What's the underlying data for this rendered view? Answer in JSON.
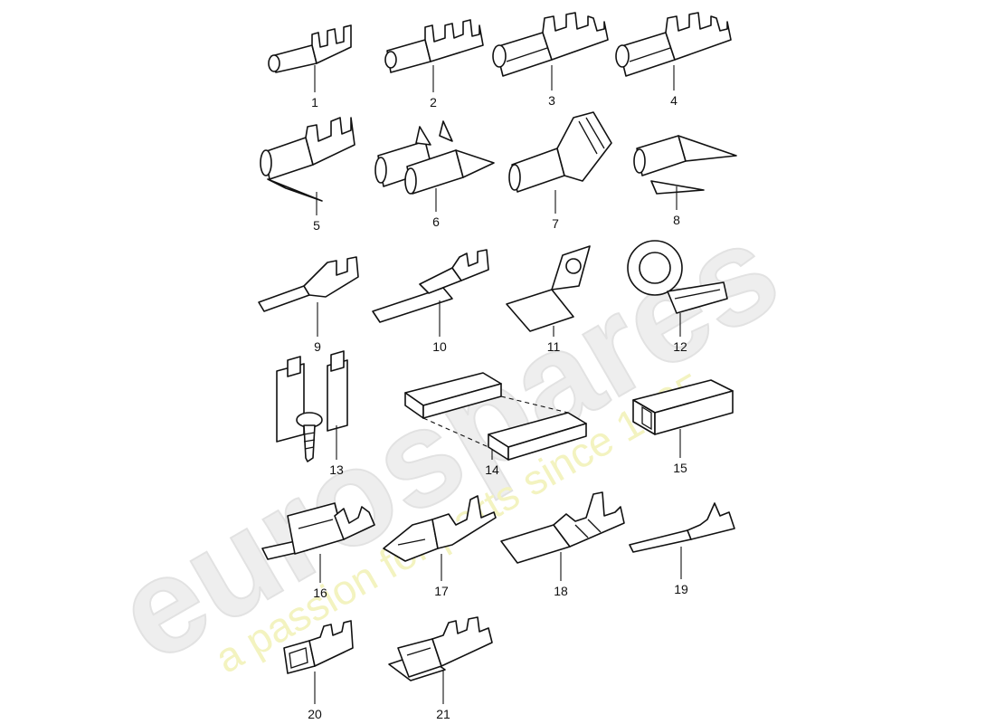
{
  "watermark": {
    "brand": "eurospares",
    "tagline": "a passion for parts since 1985"
  },
  "callouts": [
    {
      "id": "1",
      "label": "1"
    },
    {
      "id": "2",
      "label": "2"
    },
    {
      "id": "3",
      "label": "3"
    },
    {
      "id": "4",
      "label": "4"
    },
    {
      "id": "5",
      "label": "5"
    },
    {
      "id": "6",
      "label": "6"
    },
    {
      "id": "7",
      "label": "7"
    },
    {
      "id": "8",
      "label": "8"
    },
    {
      "id": "9",
      "label": "9"
    },
    {
      "id": "10",
      "label": "10"
    },
    {
      "id": "11",
      "label": "11"
    },
    {
      "id": "12",
      "label": "12"
    },
    {
      "id": "13",
      "label": "13"
    },
    {
      "id": "14",
      "label": "14"
    },
    {
      "id": "15",
      "label": "15"
    },
    {
      "id": "16",
      "label": "16"
    },
    {
      "id": "17",
      "label": "17"
    },
    {
      "id": "18",
      "label": "18"
    },
    {
      "id": "19",
      "label": "19"
    },
    {
      "id": "20",
      "label": "20"
    },
    {
      "id": "21",
      "label": "21"
    }
  ]
}
